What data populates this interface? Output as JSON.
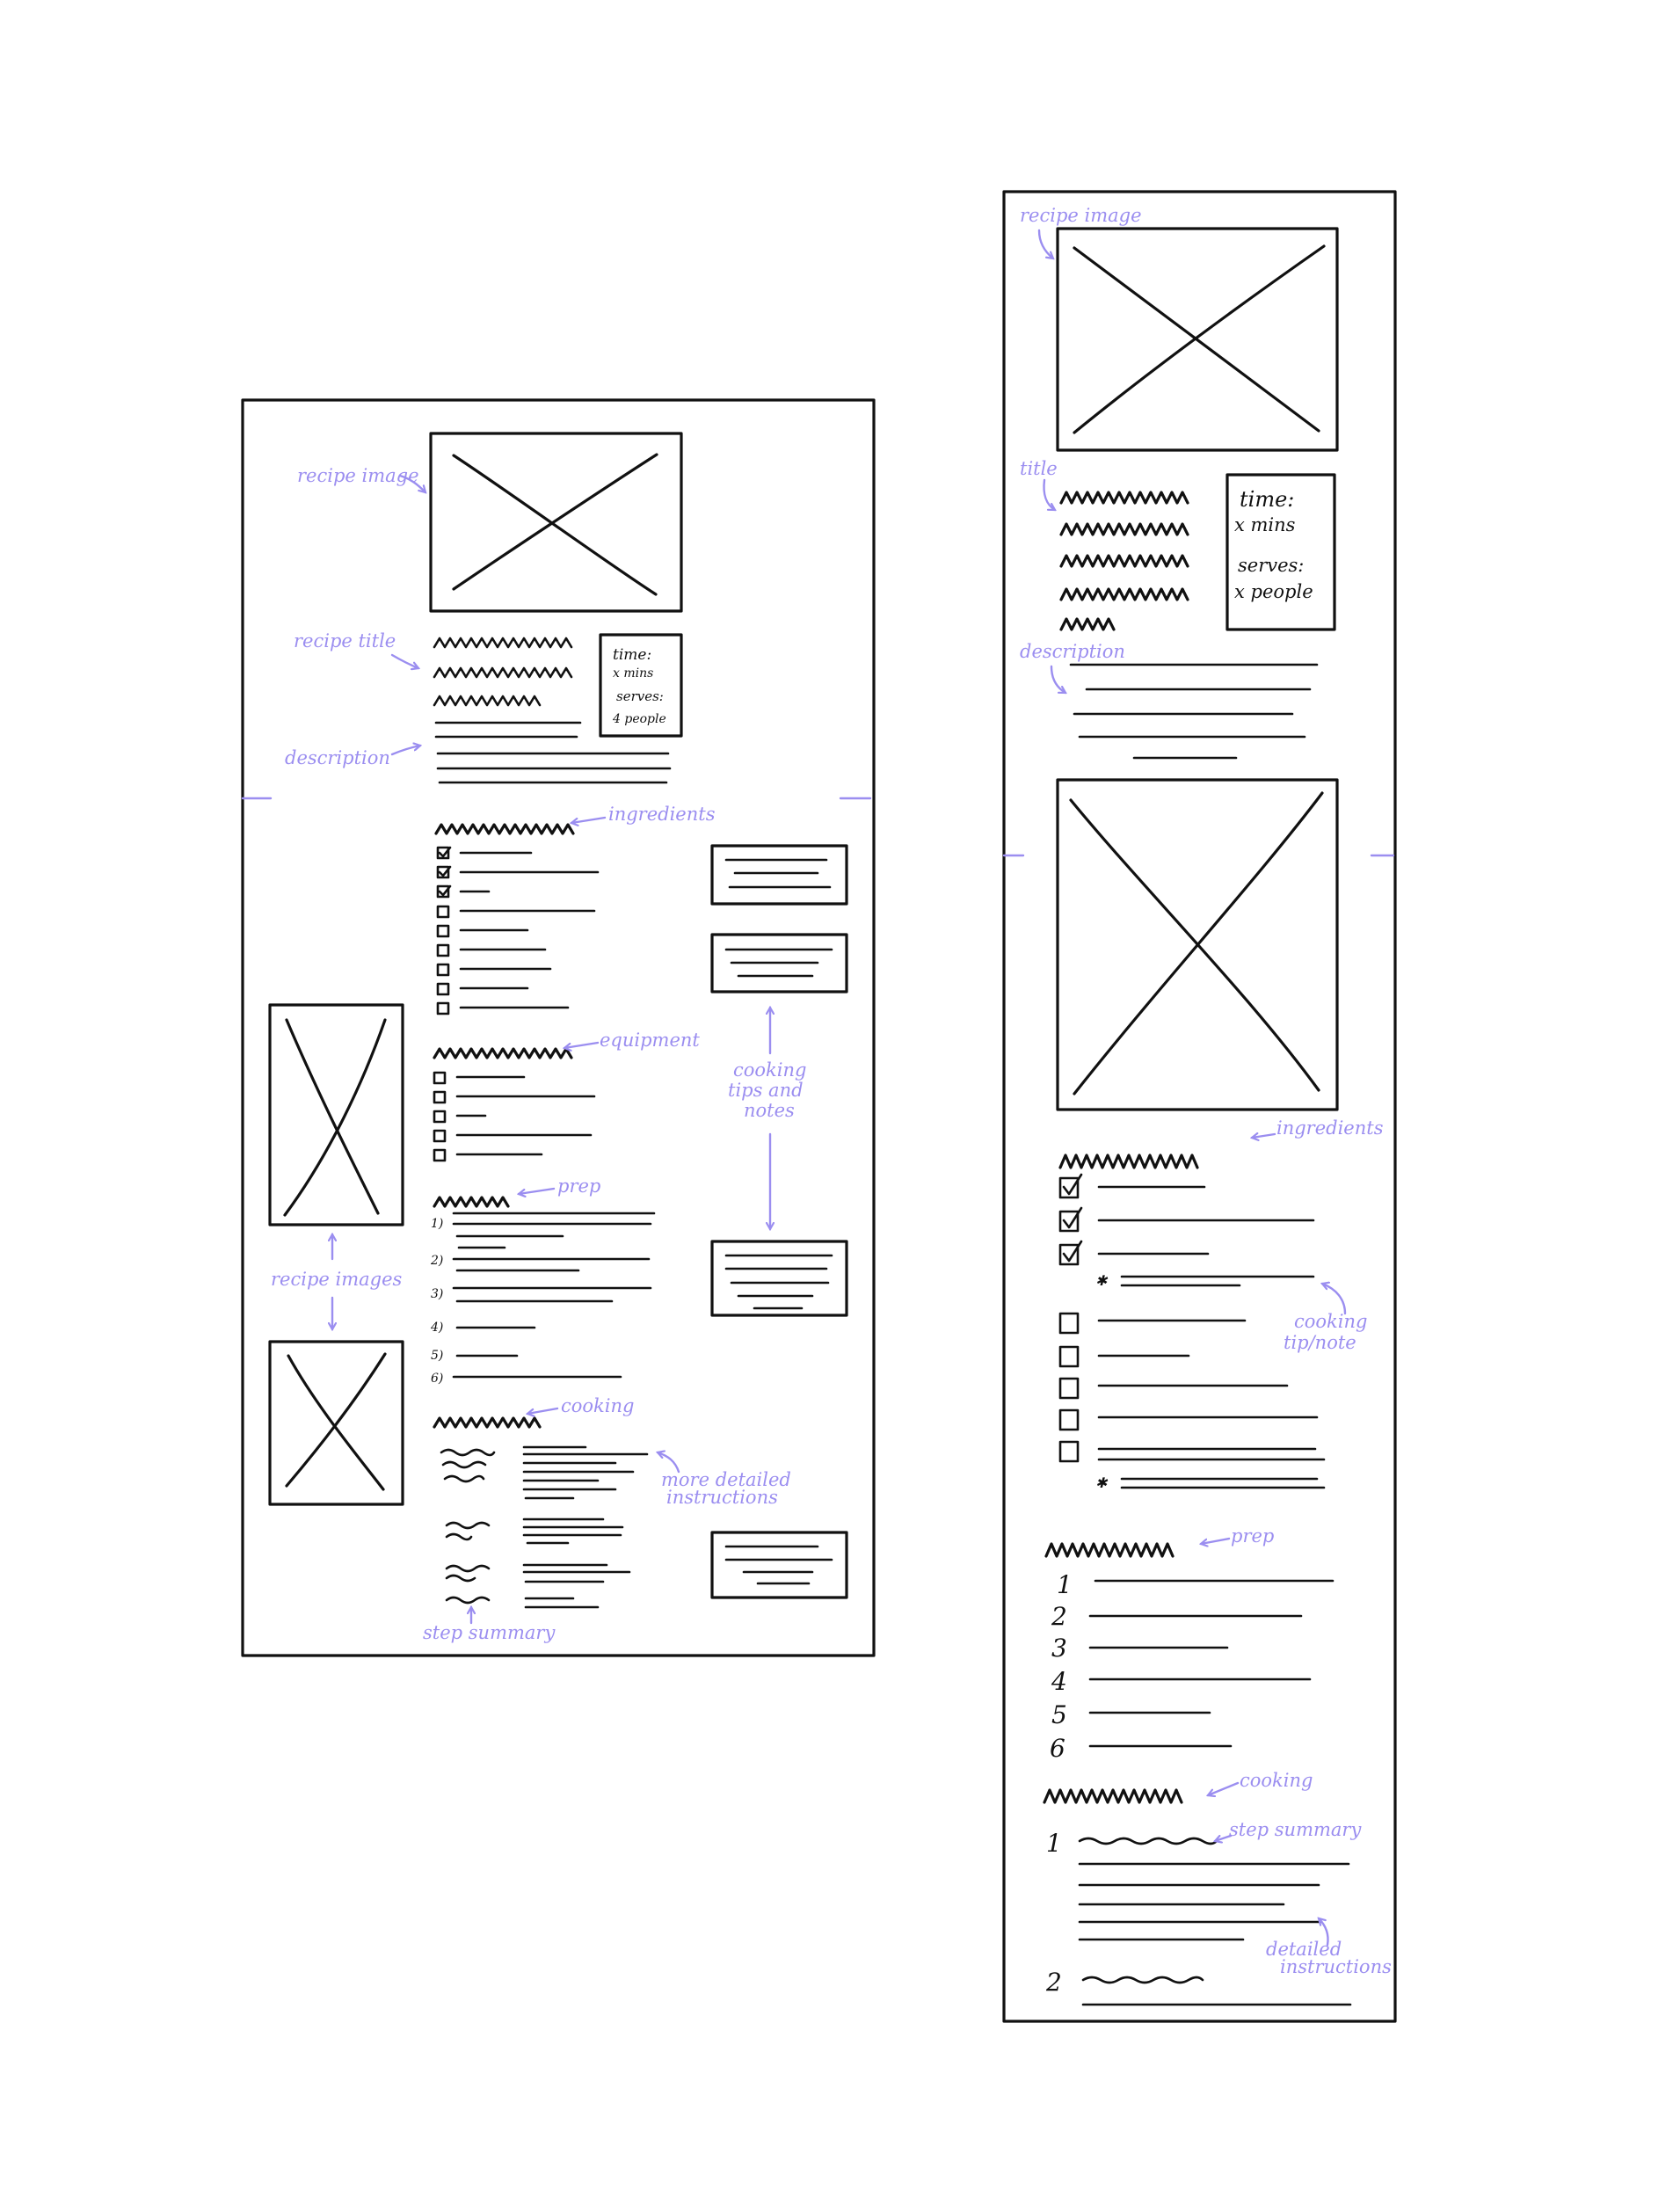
{
  "desktop": {
    "annotations": {
      "recipe_image": "recipe image",
      "recipe_title": "recipe title",
      "description": "description",
      "ingredients": "ingredients",
      "equipment": "equipment",
      "prep": "prep",
      "cooking": "cooking",
      "cooking_tips_line1": "cooking",
      "cooking_tips_line2": "tips and",
      "cooking_tips_line3": "notes",
      "recipe_images": "recipe images",
      "more_detailed_line1": "more detailed",
      "more_detailed_line2": "instructions",
      "step_summary": "step summary"
    },
    "info_box": {
      "time_label": "time:",
      "time_value": "x mins",
      "serves_label": "serves:",
      "serves_value": "4 people"
    },
    "prep_numbers": [
      "1)",
      "2)",
      "3)",
      "4)",
      "5)",
      "6)"
    ],
    "ingredient_checks": [
      true,
      true,
      true,
      false,
      false,
      false,
      false,
      false,
      false
    ]
  },
  "mobile": {
    "annotations": {
      "recipe_image": "recipe image",
      "title": "title",
      "description": "description",
      "ingredients": "ingredients",
      "cooking_tip_line1": "cooking",
      "cooking_tip_line2": "tip/note",
      "prep": "prep",
      "cooking": "cooking",
      "step_summary": "step summary",
      "detailed_line1": "detailed",
      "detailed_line2": "instructions"
    },
    "info_box": {
      "time_label": "time:",
      "time_value": "x mins",
      "serves_label": "serves:",
      "serves_value": "x people"
    },
    "prep_numbers": [
      "1",
      "2",
      "3",
      "4",
      "5",
      "6"
    ],
    "cooking_numbers": [
      "1",
      "2"
    ]
  },
  "colors": {
    "ink": "#111111",
    "annotation": "#9b8ef0"
  }
}
